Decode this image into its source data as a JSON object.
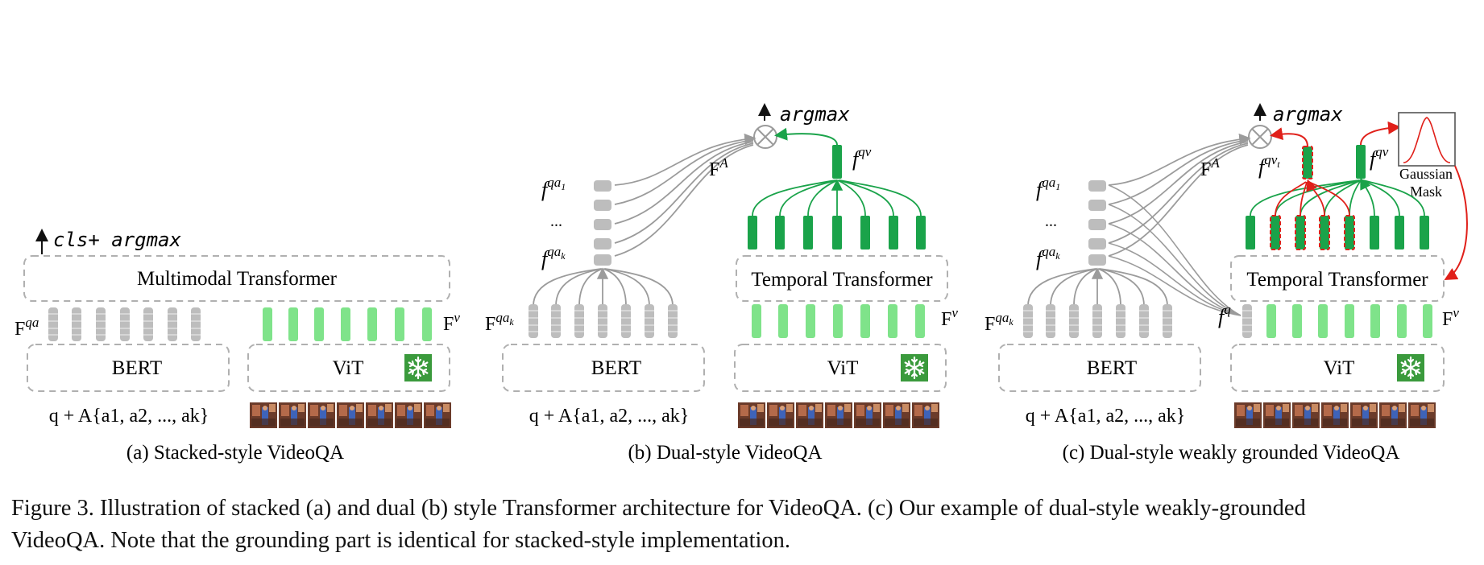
{
  "panel_a": {
    "output": "cls+ argmax",
    "transformer": "Multimodal Transformer",
    "label_fqa": "qa",
    "label_fv": "v",
    "text_encoder": "BERT",
    "video_encoder": "ViT",
    "input": "q + A{a",
    "caption": "(a) Stacked-style VideoQA"
  },
  "panel_b": {
    "output": "argmax",
    "label_FA": "A",
    "label_fqv": "qv",
    "label_fqa1": "qa",
    "label_dots": "...",
    "label_fqak": "qa",
    "transformer": "Temporal Transformer",
    "label_Fqak": "qa",
    "label_Fv": "v",
    "text_encoder": "BERT",
    "video_encoder": "ViT",
    "caption": "(b) Dual-style VideoQA"
  },
  "panel_c": {
    "output": "argmax",
    "label_FA": "A",
    "label_fqvt": "qv",
    "label_fqv": "qv",
    "gaussian": "Gaussian",
    "mask": "Mask",
    "transformer": "Temporal Transformer",
    "label_fq": "q",
    "label_Fv": "v",
    "text_encoder": "BERT",
    "video_encoder": "ViT",
    "caption": "(c) Dual-style weakly grounded VideoQA"
  },
  "caption": {
    "line1": "Figure 3. Illustration of stacked (a) and dual (b) style Transformer architecture for VideoQA. (c) Our example of dual-style weakly-grounded",
    "line2": "VideoQA. Note that the grounding part is identical for stacked-style implementation."
  },
  "colors": {
    "gray_token": "#bdbdbd",
    "light_green": "#7fe38a",
    "dark_green": "#1aa34a",
    "red": "#e0201a",
    "arrow_gray": "#9b9b9b",
    "snowflake_bg": "#3a9a3c"
  },
  "icons": [
    "snowflake-icon",
    "frame-thumbnail",
    "multiply-circle-icon",
    "up-arrow-icon",
    "gaussian-curve-icon"
  ]
}
